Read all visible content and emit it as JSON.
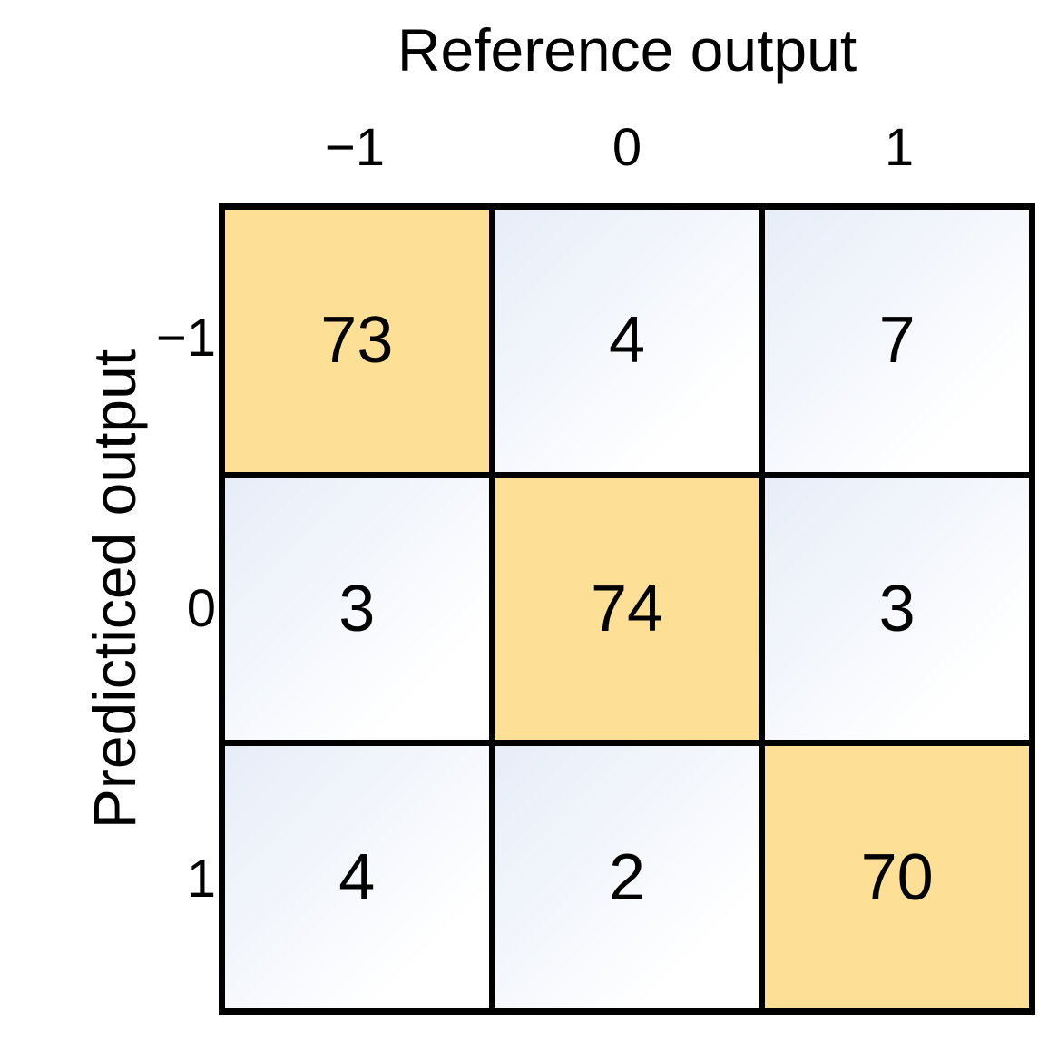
{
  "chart_data": {
    "type": "heatmap",
    "subtype": "confusion-matrix",
    "title": "Reference output",
    "xlabel": "Reference output",
    "ylabel": "Predicticed output",
    "x_categories": [
      "−1",
      "0",
      "1"
    ],
    "y_categories": [
      "−1",
      "0",
      "1"
    ],
    "matrix": [
      [
        73,
        4,
        7
      ],
      [
        3,
        74,
        3
      ],
      [
        4,
        2,
        70
      ]
    ],
    "cells": [
      {
        "row": 0,
        "col": 0,
        "value": "73",
        "diagonal": true
      },
      {
        "row": 0,
        "col": 1,
        "value": "4",
        "diagonal": false
      },
      {
        "row": 0,
        "col": 2,
        "value": "7",
        "diagonal": false
      },
      {
        "row": 1,
        "col": 0,
        "value": "3",
        "diagonal": false
      },
      {
        "row": 1,
        "col": 1,
        "value": "74",
        "diagonal": true
      },
      {
        "row": 1,
        "col": 2,
        "value": "3",
        "diagonal": false
      },
      {
        "row": 2,
        "col": 0,
        "value": "4",
        "diagonal": false
      },
      {
        "row": 2,
        "col": 1,
        "value": "2",
        "diagonal": false
      },
      {
        "row": 2,
        "col": 2,
        "value": "70",
        "diagonal": true
      }
    ],
    "grid": true,
    "legend": "none",
    "colors": {
      "diagonal_fill": "#fde096",
      "offdiagonal_fill_start": "#e7edf8",
      "offdiagonal_fill_end": "#ffffff",
      "grid_line": "#000000",
      "text": "#000000",
      "background": "#ffffff"
    }
  },
  "axes": {
    "x": {
      "title": "Reference output",
      "ticks": [
        "−1",
        "0",
        "1"
      ]
    },
    "y": {
      "title": "Predicticed output",
      "ticks": [
        "−1",
        "0",
        "1"
      ]
    }
  }
}
